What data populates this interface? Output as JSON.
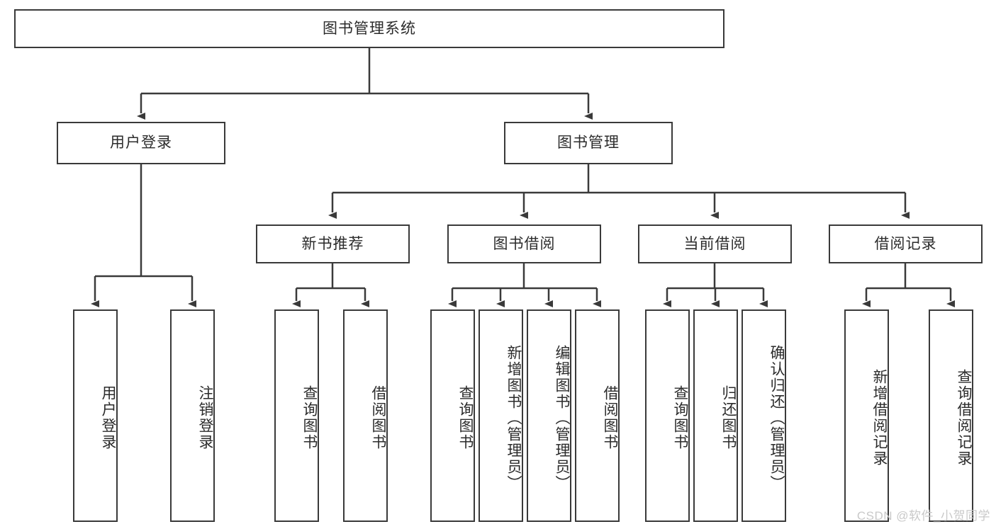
{
  "diagram": {
    "type": "tree-hierarchy",
    "title": "图书管理系统",
    "watermark": "CSDN @软件_小贺同学",
    "colors": {
      "box_border": "#3a3a3a",
      "box_fill": "#ffffff",
      "connector": "#3a3a3a",
      "text": "#2b2b2b",
      "watermark": "#c9c9c9"
    },
    "root": {
      "label": "图书管理系统"
    },
    "level2": [
      {
        "label": "用户登录"
      },
      {
        "label": "图书管理"
      }
    ],
    "level3": [
      {
        "label": "新书推荐"
      },
      {
        "label": "图书借阅"
      },
      {
        "label": "当前借阅"
      },
      {
        "label": "借阅记录"
      }
    ],
    "leaves": {
      "user_login": [
        {
          "label": "用户登录"
        },
        {
          "label": "注销登录"
        }
      ],
      "new_book_recommend": [
        {
          "label": "查询图书"
        },
        {
          "label": "借阅图书"
        }
      ],
      "book_borrow": [
        {
          "label": "查询图书"
        },
        {
          "label": "新增图书（管理员）"
        },
        {
          "label": "编辑图书（管理员）"
        },
        {
          "label": "借阅图书"
        }
      ],
      "current_borrow": [
        {
          "label": "查询图书"
        },
        {
          "label": "归还图书"
        },
        {
          "label": "确认归还（管理员）"
        }
      ],
      "borrow_records": [
        {
          "label": "新增借阅记录"
        },
        {
          "label": "查询借阅记录"
        }
      ]
    }
  }
}
